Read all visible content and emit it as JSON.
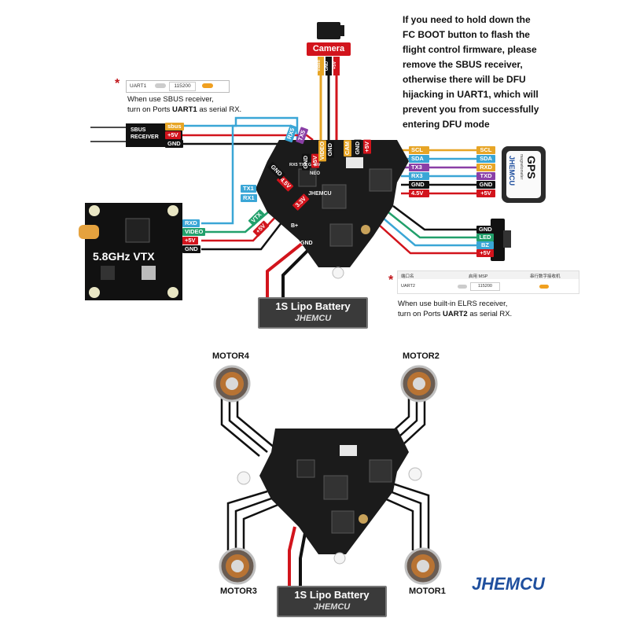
{
  "colors": {
    "wire_red": "#d2141c",
    "wire_black": "#111111",
    "wire_yellow": "#e7a526",
    "wire_blue": "#3aa6d6",
    "wire_green": "#22a06b",
    "wire_purple": "#8a3fa6",
    "board": "#1b1b1b",
    "gnd_tag": "#111111",
    "v5_tag": "#d2141c",
    "rx_tag": "#3aa6d6",
    "tx_tag": "#8a3fa6",
    "sda_tag": "#3aa6d6",
    "scl_tag": "#e7a526",
    "brand": "#1f4f9e"
  },
  "top_note": "If you need to hold down the\nFC BOOT button to flash the\nflight control firmware, please\n remove the SBUS receiver,\notherwise there will be DFU\nhijacking in UART1, which will\nprevent you from successfully\nentering DFU mode",
  "camera": {
    "label": "Camera",
    "pins": [
      "Video",
      "GND",
      "+5V"
    ]
  },
  "sbus": {
    "uart_label": "UART1",
    "baud": "115200",
    "note_line1": "When use SBUS receiver,",
    "note_line2_pre": "turn on Ports ",
    "note_line2_bold": "UART1",
    "note_line2_post": " as serial RX.",
    "receiver_line1": "SBUS",
    "receiver_line2": "RECEIVER",
    "pins": [
      "sbus",
      "+5V",
      "GND"
    ]
  },
  "vtx": {
    "title": "5.8GHz VTX",
    "pins": [
      "RXD",
      "VIDEO",
      "+5V",
      "GND"
    ]
  },
  "board_pads": {
    "top": [
      "RX5",
      "TX5",
      "GND",
      "+5V",
      "VIDEO",
      "GND",
      "CAM",
      "GND",
      "+5V"
    ],
    "left": [
      "TX1",
      "RX1",
      "4.5V",
      "GND",
      "+5V",
      "VTX"
    ],
    "right": [
      "SCL",
      "SDA",
      "TX3",
      "RX3",
      "GND",
      "4.5V"
    ],
    "chip_labels": [
      "RX5 TX5 G +5V",
      "NEO",
      "JHEMCU",
      "3.3V",
      "B+",
      "GND"
    ]
  },
  "gps": {
    "title": "GPS",
    "subtitle": "magnetometer",
    "brand": "JHEMCU",
    "pins": [
      "SCL",
      "SDA",
      "RXD",
      "TXD",
      "GND",
      "+5V"
    ]
  },
  "buzzer": {
    "pins": [
      "GND",
      "LED",
      "BZ",
      "+5V"
    ]
  },
  "elrs": {
    "col1": "端口名",
    "col2": "启用 MSP",
    "col3": "串行数字接收机",
    "row_label": "UART2",
    "baud": "115200",
    "note_line1": "When use built-in ELRS receiver,",
    "note_line2_pre": "turn on Ports ",
    "note_line2_bold": "UART2",
    "note_line2_post": " as serial RX."
  },
  "battery_top": {
    "label": "1S Lipo Battery",
    "brand": "JHEMCU"
  },
  "battery_bottom": {
    "label": "1S Lipo Battery",
    "brand": "JHEMCU"
  },
  "motors": [
    "MOTOR4",
    "MOTOR2",
    "MOTOR3",
    "MOTOR1"
  ],
  "brand_logo": "JHEMCU"
}
